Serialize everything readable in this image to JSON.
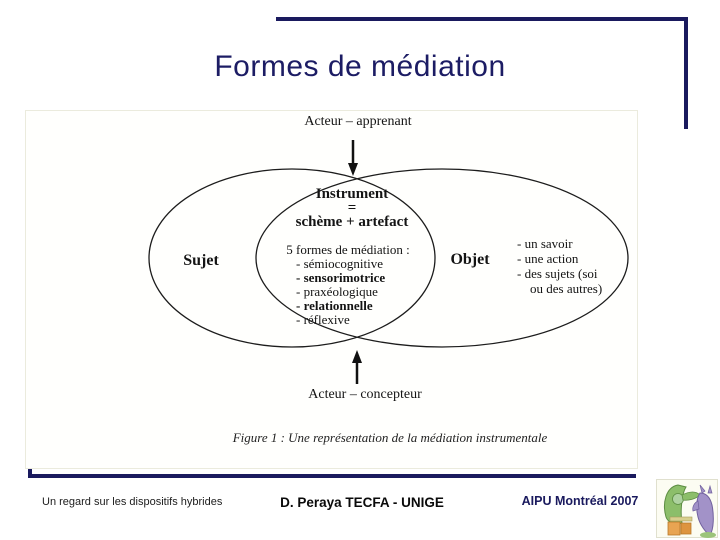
{
  "slide": {
    "title": "Formes de médiation",
    "colors": {
      "accent_navy": "#1a1a5e",
      "diagram_ink": "#141414"
    },
    "diagram": {
      "actor_top": "Acteur – apprenant",
      "actor_bottom": "Acteur – concepteur",
      "subject_label": "Sujet",
      "object_label": "Objet",
      "instrument": {
        "line1": "Instrument",
        "line2": "=",
        "line3": "schème + artefact"
      },
      "mediation": {
        "heading": "5 formes de médiation :",
        "items": [
          "- sémiocognitive",
          "- sensorimotrice",
          "- praxéologique",
          "- relationnelle",
          "- réflexive"
        ]
      },
      "object_items": [
        "-  un savoir",
        "-  une action",
        "-  des sujets (soi",
        "ou des autres)"
      ],
      "caption": "Figure 1 : Une représentation de la médiation instrumentale"
    },
    "footer": {
      "left_text": "Un regard sur les dispositifs hybrides",
      "center_text": "D. Peraya TECFA - UNIGE",
      "right_text": "AIPU Montréal 2007"
    },
    "icons": {
      "bottom_right": "computer-user-clipart"
    }
  }
}
